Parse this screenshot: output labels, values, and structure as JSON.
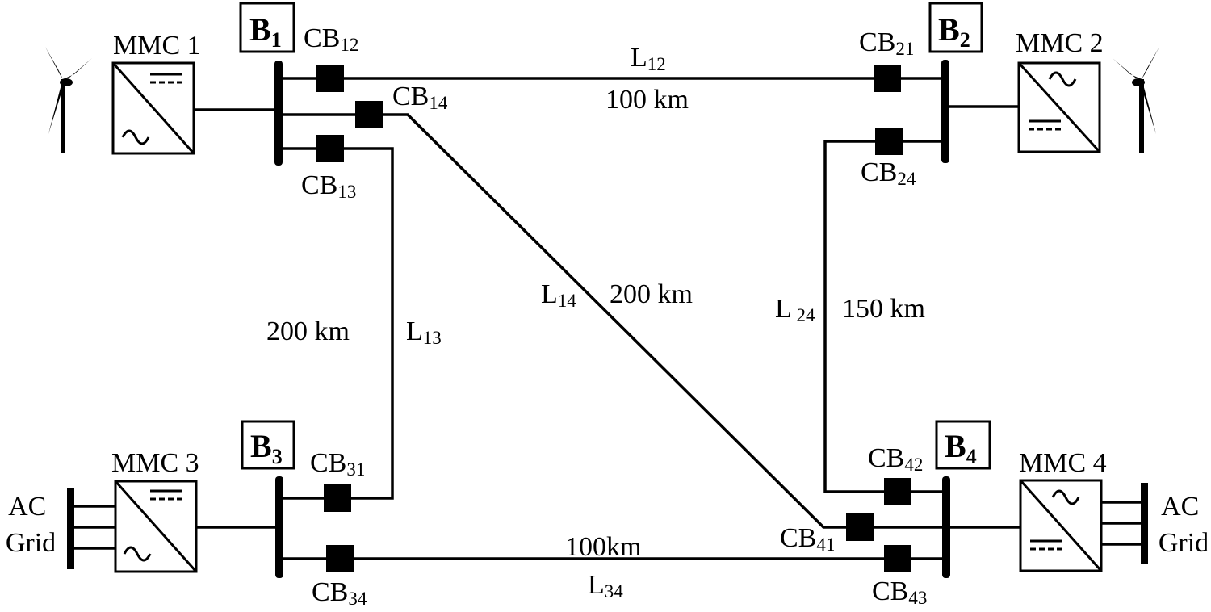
{
  "buses": {
    "b1": {
      "main": "B",
      "sub": "1"
    },
    "b2": {
      "main": "B",
      "sub": "2"
    },
    "b3": {
      "main": "B",
      "sub": "3"
    },
    "b4": {
      "main": "B",
      "sub": "4"
    }
  },
  "converters": {
    "mmc1": "MMC 1",
    "mmc2": "MMC 2",
    "mmc3": "MMC 3",
    "mmc4": "MMC 4"
  },
  "grids": {
    "left": {
      "line1": "AC",
      "line2": "Grid"
    },
    "right": {
      "line1": "AC",
      "line2": "Grid"
    }
  },
  "breakers": {
    "cb12": {
      "main": "CB",
      "sub": "12"
    },
    "cb13": {
      "main": "CB",
      "sub": "13"
    },
    "cb14": {
      "main": "CB",
      "sub": "14"
    },
    "cb21": {
      "main": "CB",
      "sub": "21"
    },
    "cb24": {
      "main": "CB",
      "sub": "24"
    },
    "cb31": {
      "main": "CB",
      "sub": "31"
    },
    "cb34": {
      "main": "CB",
      "sub": "34"
    },
    "cb41": {
      "main": "CB",
      "sub": "41"
    },
    "cb42": {
      "main": "CB",
      "sub": "42"
    },
    "cb43": {
      "main": "CB",
      "sub": "43"
    }
  },
  "lines": {
    "l12": {
      "main": "L",
      "sub": "12",
      "length": "100 km"
    },
    "l13": {
      "main": "L",
      "sub": "13",
      "length": "200 km"
    },
    "l14": {
      "main": "L",
      "sub": "14",
      "length": "200 km"
    },
    "l24": {
      "main": "L",
      "sub": " 24",
      "length": "150 km"
    },
    "l34": {
      "main": "L",
      "sub": "34",
      "length": "100km"
    }
  },
  "symbols": {
    "turbine": "wind-turbine-icon",
    "converter": "ac-dc-converter-icon",
    "breaker": "circuit-breaker-icon"
  }
}
